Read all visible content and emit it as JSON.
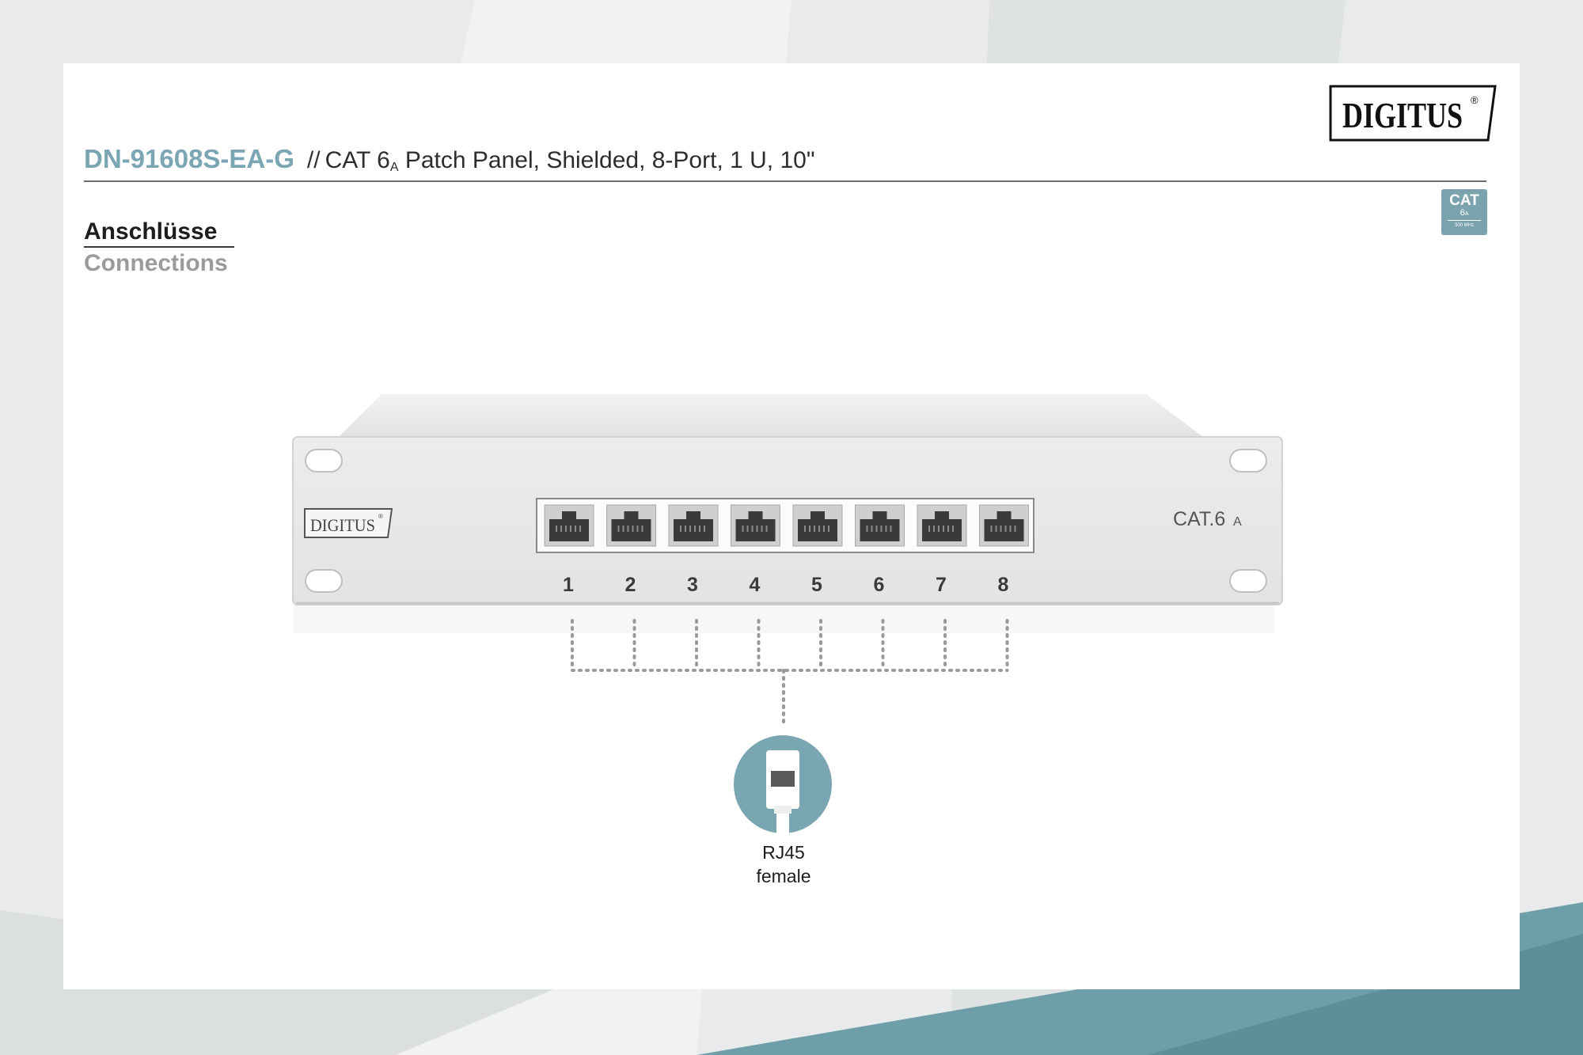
{
  "header": {
    "sku": "DN-91608S-EA-G",
    "separator": "//",
    "desc_pre": "CAT 6",
    "desc_sub": "A",
    "desc_post": " Patch Panel, Shielded, 8-Port, 1 U, 10\""
  },
  "brand": {
    "name": "DIGITUS",
    "mark": "®"
  },
  "cat_badge": {
    "cat": "CAT",
    "num": "6",
    "sub": "A",
    "freq": "500 MHz"
  },
  "section": {
    "title_de": "Anschlüsse",
    "title_en": "Connections"
  },
  "panel": {
    "brand": "DIGITUS",
    "brand_mark": "®",
    "cat_label": "CAT.6",
    "cat_sub": "A",
    "ports": [
      "1",
      "2",
      "3",
      "4",
      "5",
      "6",
      "7",
      "8"
    ]
  },
  "connector": {
    "line1": "RJ45",
    "line2": "female"
  },
  "colors": {
    "accent": "#7aa6b3",
    "teal_band": "#6b9ea8",
    "card": "#ffffff"
  },
  "icons": [
    "digitus-logo",
    "cat6a-badge-icon",
    "rj45-connector-icon"
  ]
}
